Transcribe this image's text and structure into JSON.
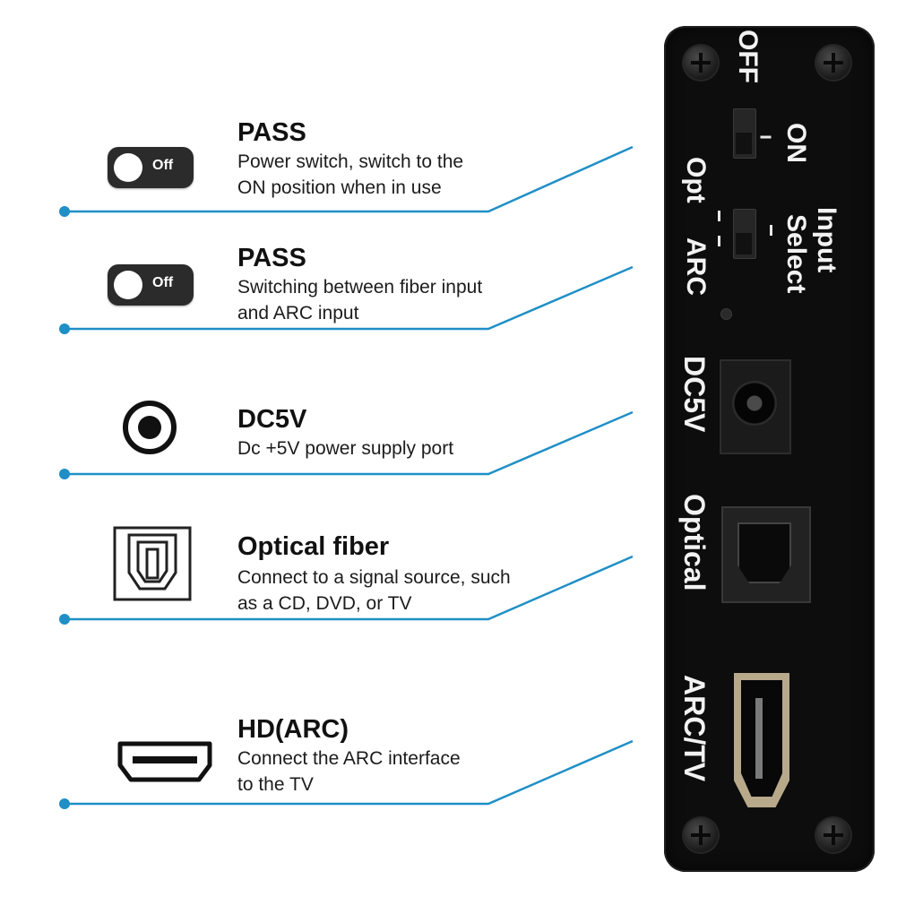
{
  "features": [
    {
      "title": "PASS",
      "description_lines": [
        "Power switch, switch to the",
        "ON position when in use"
      ],
      "icon": "toggle-switch-icon",
      "icon_label": "Off"
    },
    {
      "title": "PASS",
      "description_lines": [
        "Switching between fiber input",
        "and ARC input"
      ],
      "icon": "toggle-switch-icon",
      "icon_label": "Off"
    },
    {
      "title": "DC5V",
      "description_lines": [
        "Dc +5V power supply port"
      ],
      "icon": "dc-jack-icon"
    },
    {
      "title": "Optical fiber",
      "description_lines": [
        "Connect to a signal source, such",
        "as a CD, DVD, or TV"
      ],
      "icon": "optical-port-icon"
    },
    {
      "title": "HD(ARC)",
      "description_lines": [
        "Connect the ARC interface",
        "to the TV"
      ],
      "icon": "hdmi-port-icon"
    }
  ],
  "device": {
    "labels": {
      "off": "OFF",
      "on": "ON",
      "opt": "Opt",
      "arc": "ARC",
      "input": "Input",
      "select": "Select",
      "dc5v": "DC5V",
      "optical": "Optical",
      "arc_tv": "ARC/TV"
    }
  },
  "colors": {
    "leader_line": "#1f8fc6",
    "device_body": "#0d0d0d",
    "toggle_bg": "#2b2b2b"
  }
}
